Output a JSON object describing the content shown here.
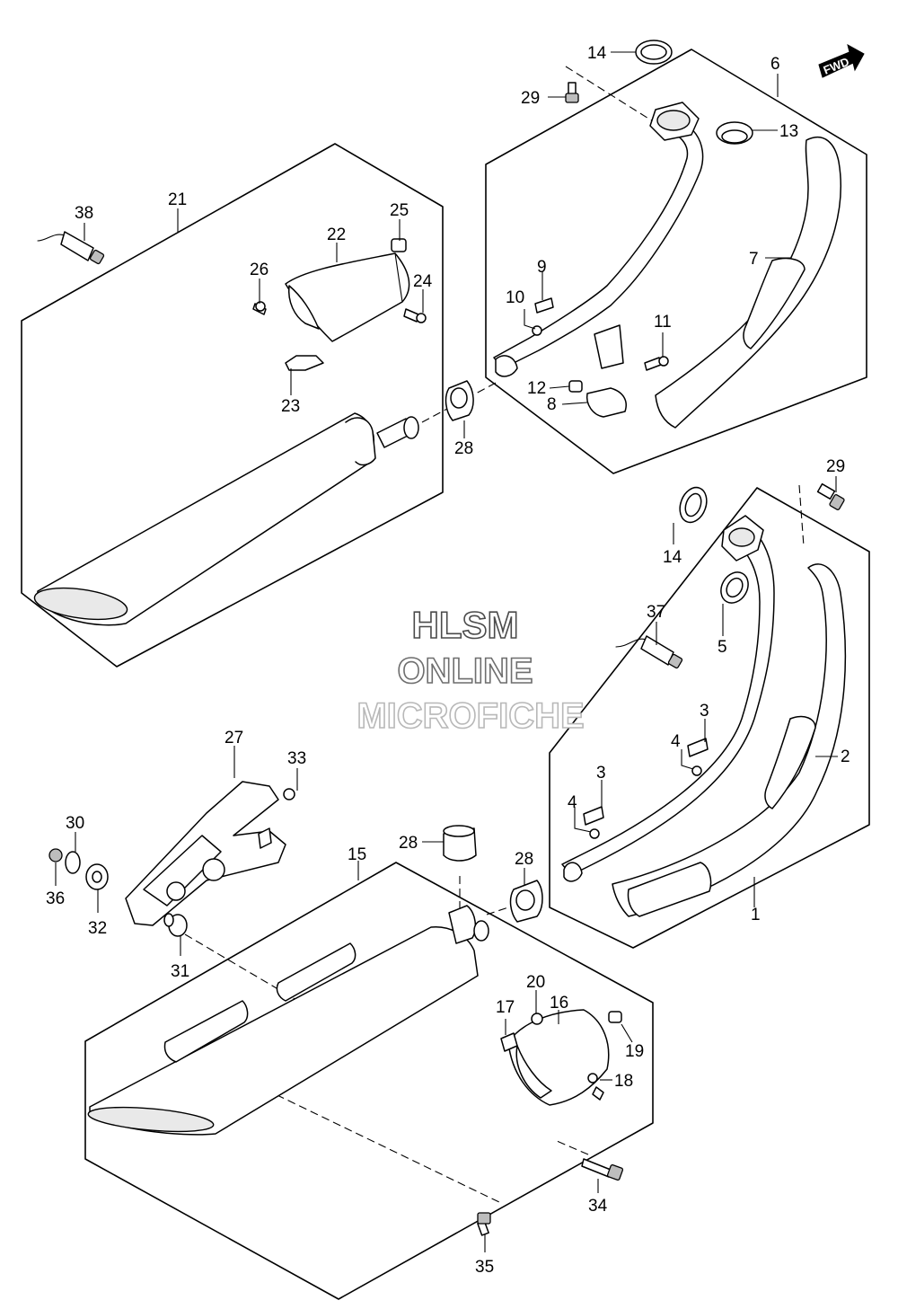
{
  "watermark": {
    "line1": "HLSM",
    "line2": "ONLINE",
    "line3": "MICROFICHE",
    "colors": [
      "#4a4a4a",
      "#6e6e6e",
      "#b8b8b8"
    ]
  },
  "direction_badge": {
    "text": "FWD",
    "icon": "forward-arrow-icon"
  },
  "callouts": {
    "c1": "1",
    "c2": "2",
    "c3a": "3",
    "c3b": "3",
    "c4a": "4",
    "c4b": "4",
    "c5": "5",
    "c6": "6",
    "c7": "7",
    "c8": "8",
    "c9": "9",
    "c10": "10",
    "c11": "11",
    "c12": "12",
    "c13": "13",
    "c14a": "14",
    "c14b": "14",
    "c15": "15",
    "c16": "16",
    "c17": "17",
    "c18": "18",
    "c19": "19",
    "c20": "20",
    "c21": "21",
    "c22": "22",
    "c23": "23",
    "c24": "24",
    "c25": "25",
    "c26": "26",
    "c27": "27",
    "c28a": "28",
    "c28b": "28",
    "c28c": "28",
    "c29a": "29",
    "c29b": "29",
    "c30": "30",
    "c31": "31",
    "c32": "32",
    "c33": "33",
    "c34": "34",
    "c35": "35",
    "c36": "36",
    "c37": "37",
    "c38": "38"
  }
}
